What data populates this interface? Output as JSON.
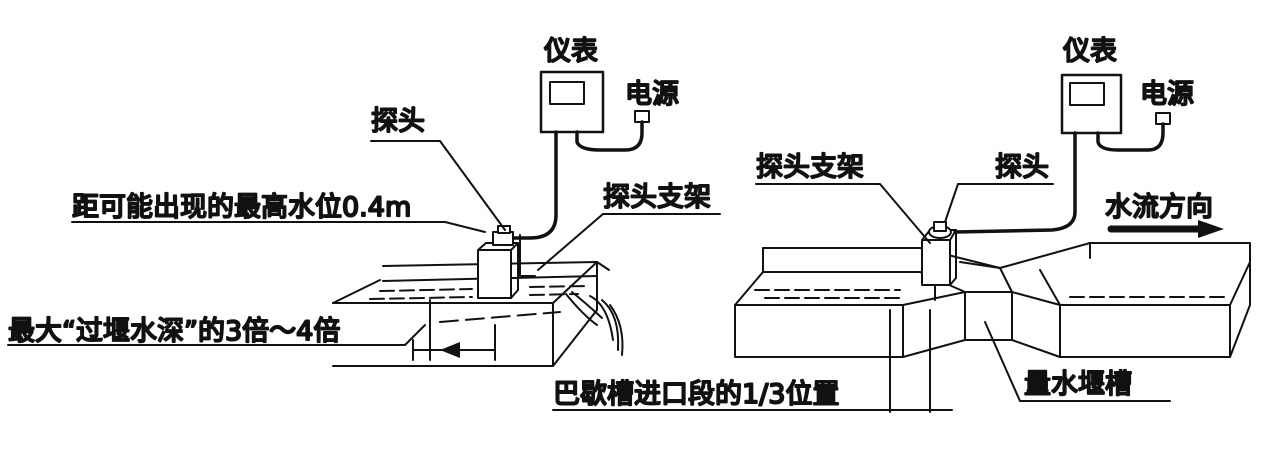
{
  "left_diagram": {
    "meter_label": "仪表",
    "power_label": "电源",
    "probe_label": "探头",
    "distance_label": "距可能出现的最高水位0.4m",
    "bracket_label": "探头支架",
    "depth_label": "最大“过堰水深”的3倍～4倍"
  },
  "right_diagram": {
    "meter_label": "仪表",
    "power_label": "电源",
    "bracket_label": "探头支架",
    "probe_label": "探头",
    "flow_label": "水流方向",
    "parshall_label": "巴歇槽进口段的1/3位置",
    "flume_label": "量水堰槽"
  },
  "colors": {
    "ink": "#111111",
    "paper": "#ffffff"
  }
}
